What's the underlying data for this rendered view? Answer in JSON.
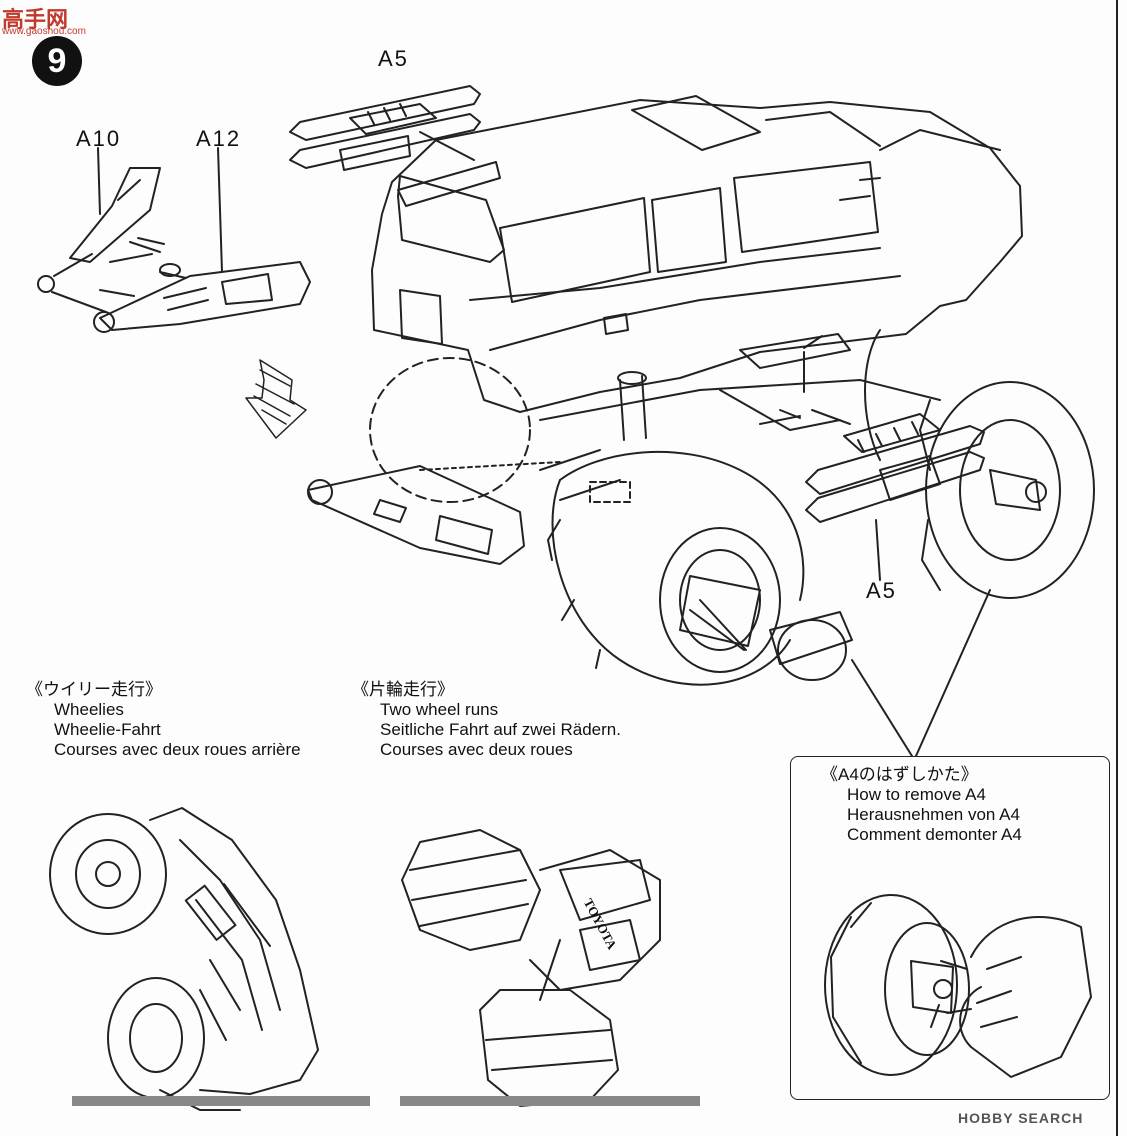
{
  "watermark_top": {
    "main": "高手网",
    "sub": "www.gaoshou.com"
  },
  "step_number": "9",
  "parts": {
    "a5_top": "A5",
    "a10": "A10",
    "a12": "A12",
    "a5_bottom": "A5"
  },
  "wheelies": {
    "jp": "《ウイリー走行》",
    "en": "Wheelies",
    "de": "Wheelie-Fahrt",
    "fr": "Courses avec deux roues arrière"
  },
  "two_wheel": {
    "jp": "《片輪走行》",
    "en": "Two wheel runs",
    "de": "Seitliche Fahrt auf zwei Rädern.",
    "fr": "Courses avec deux roues"
  },
  "remove_a4": {
    "jp": "《A4のはずしかた》",
    "en": "How to remove A4",
    "de": "Herausnehmen von A4",
    "fr": "Comment demonter A4"
  },
  "vehicle_marking": "TOYOTA",
  "watermark_bottom": "HOBBY SEARCH"
}
